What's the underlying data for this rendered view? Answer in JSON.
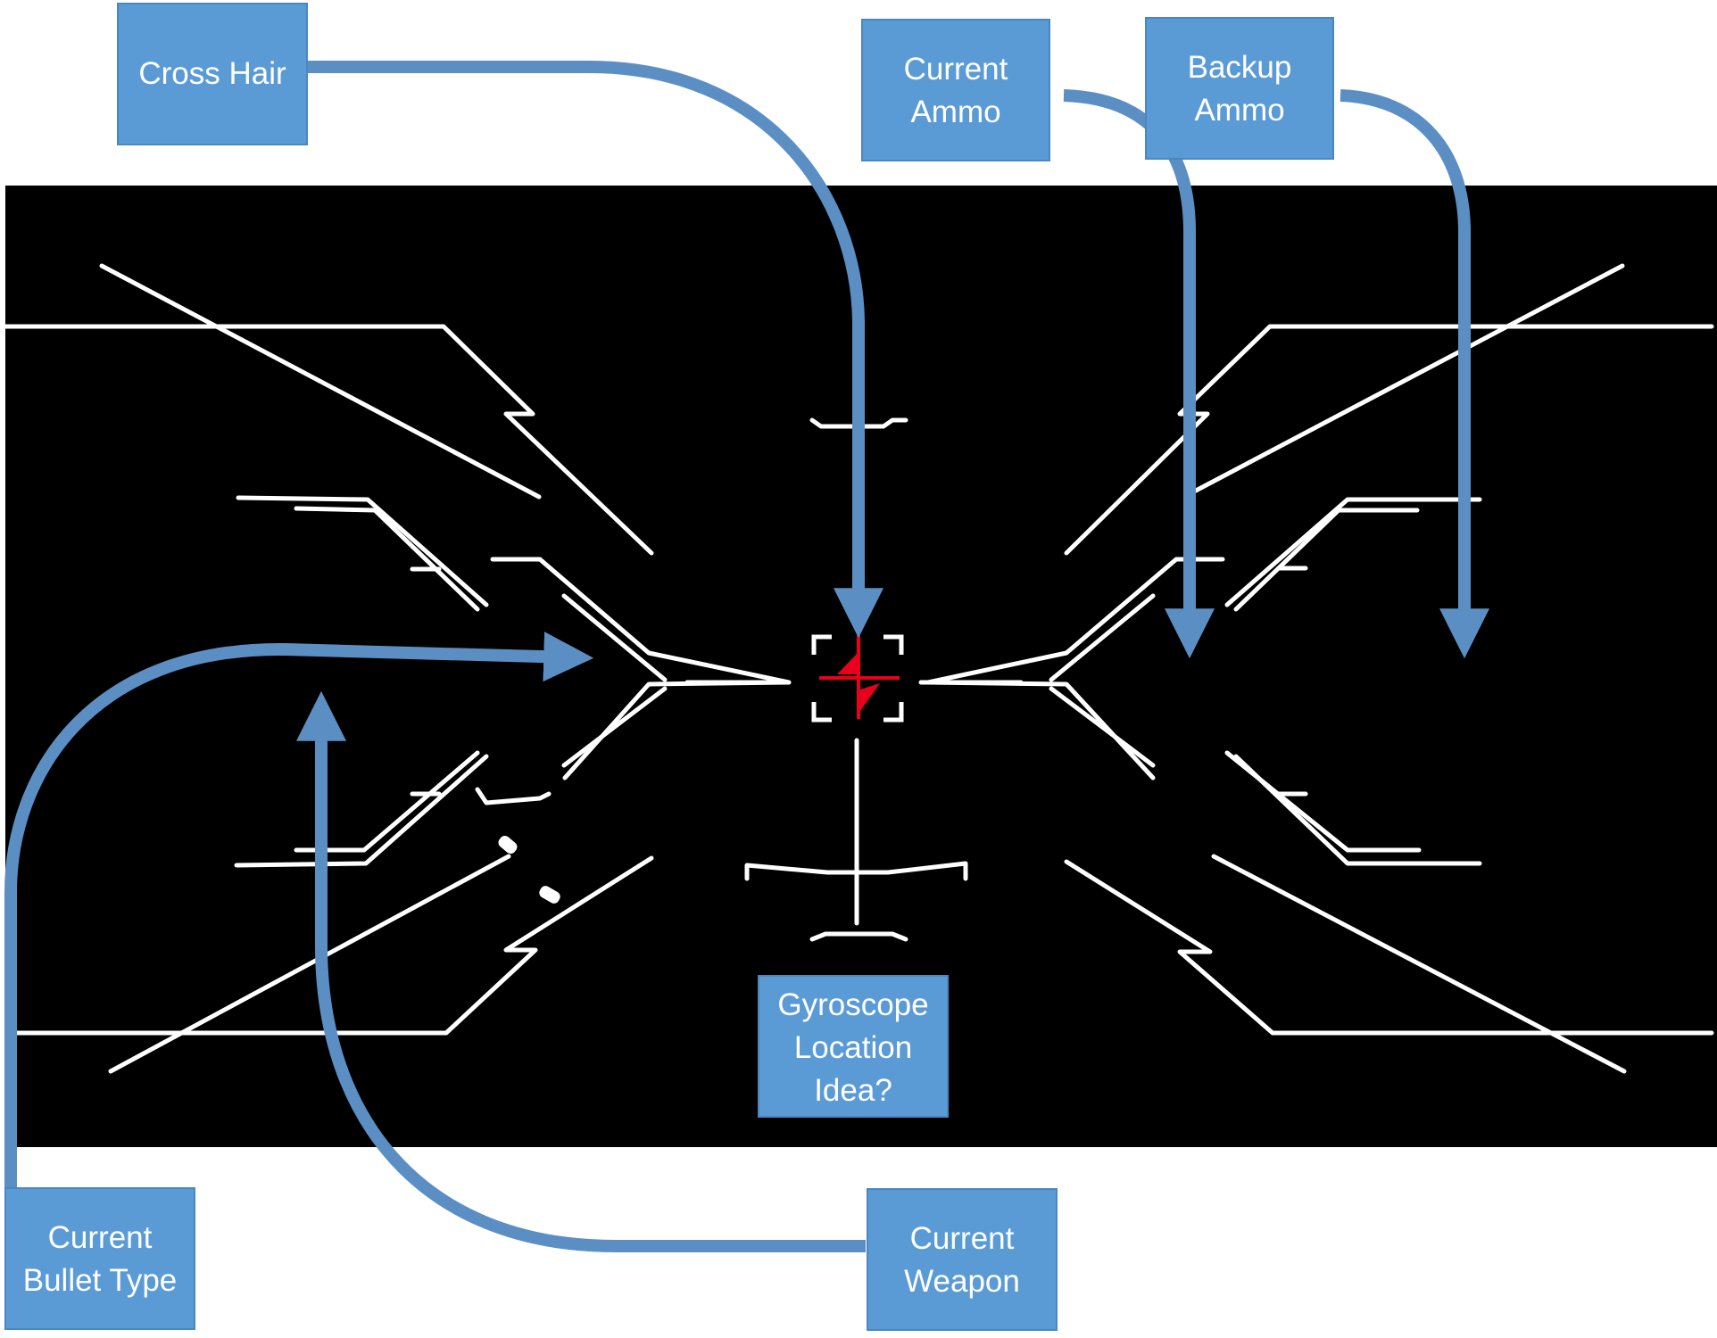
{
  "colors": {
    "hud_background": "#000000",
    "hud_lines": "#ffffff",
    "crosshair_accent": "#e8001c",
    "callout_fill": "#5b9bd5",
    "callout_border": "#4a86c0",
    "arrow_color": "#5b8fc4"
  },
  "callouts": {
    "cross_hair": [
      "Cross Hair"
    ],
    "current_ammo": [
      "Current",
      "Ammo"
    ],
    "backup_ammo": [
      "Backup",
      "Ammo"
    ],
    "gyroscope": [
      "Gyroscope",
      "Location",
      "Idea?"
    ],
    "current_bullet_type": [
      "Current",
      "Bullet Type"
    ],
    "current_weapon": [
      "Current",
      "Weapon"
    ]
  }
}
